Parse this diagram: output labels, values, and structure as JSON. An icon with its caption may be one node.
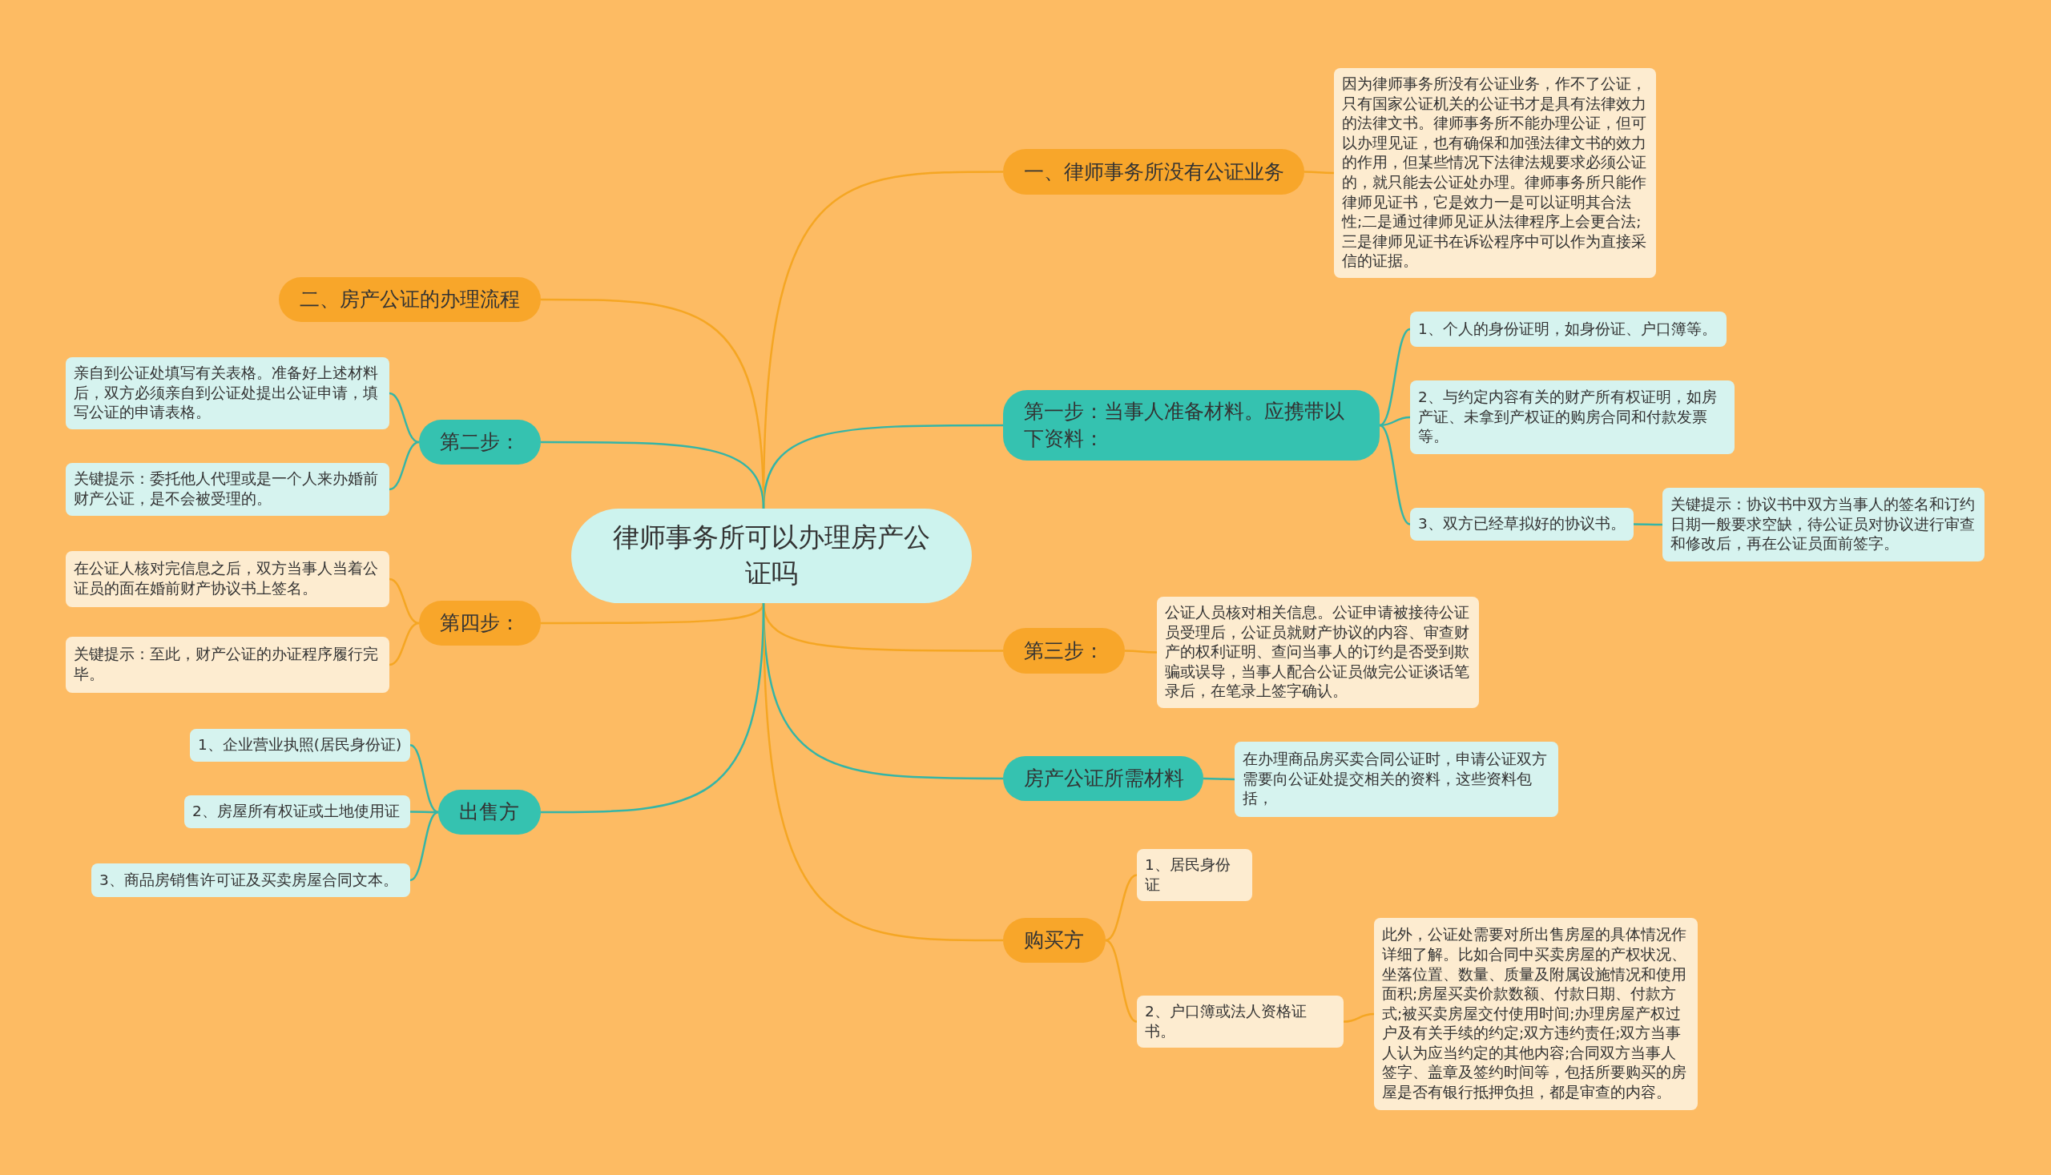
{
  "diagram": {
    "nodes": [
      {
        "text": [
          "律师事务所可以办理房产公证吗"
        ]
      },
      {
        "text": [
          "一、律师事务所没有公证业务"
        ]
      },
      {
        "text": [
          "因为律师事务所没有公证业务，作不了公证，只有国家公证机关的公证书才是具有法律效力的法律文书。律师事务所不能办理公证，但可以办理见证，也有确保和加强法律文书的效力的作用，但某些情况下法律法规要求必须公证的，就只能去公证处办理。律师事务所只能作律师见证书，它是效力一是可以证明其合法性;二是通过律师见证从法律程序上会更合法;三是律师见证书在诉讼程序中可以作为直接采信的证据。"
        ]
      },
      {
        "text": [
          "第一步：当事人准备材料。应携带以下资料："
        ]
      },
      {
        "text": [
          "1、个人的身份证明，如身份证、户口簿等。"
        ]
      },
      {
        "text": [
          "2、与约定内容有关的财产所有权证明，如房产证、未拿到产权证的购房合同和付款发票等。"
        ]
      },
      {
        "text": [
          "3、双方已经草拟好的协议书。"
        ]
      },
      {
        "text": [
          "关键提示：协议书中双方当事人的签名和订约日期一般要求空缺，待公证员对协议进行审查和修改后，再在公证员面前签字。"
        ]
      },
      {
        "text": [
          "第三步："
        ]
      },
      {
        "text": [
          "公证人员核对相关信息。公证申请被接待公证员受理后，公证员就财产协议的内容、审查财产的权利证明、查问当事人的订约是否受到欺骗或误导，当事人配合公证员做完公证谈话笔录后，在笔录上签字确认。"
        ]
      },
      {
        "text": [
          "房产公证所需材料"
        ]
      },
      {
        "text": [
          "在办理商品房买卖合同公证时，申请公证双方需要向公证处提交相关的资料，这些资料包括，"
        ]
      },
      {
        "text": [
          "购买方"
        ]
      },
      {
        "text": [
          "1、居民身份证"
        ]
      },
      {
        "text": [
          "2、户口簿或法人资格证书。"
        ]
      },
      {
        "text": [
          "此外，公证处需要对所出售房屋的具体情况作详细了解。比如合同中买卖房屋的产权状况、坐落位置、数量、质量及附属设施情况和使用面积;房屋买卖价款数额、付款日期、付款方式;被买卖房屋交付使用时间;办理房屋产权过户及有关手续的约定;双方违约责任;双方当事人认为应当约定的其他内容;合同双方当事人签字、盖章及签约时间等，包括所要购买的房屋是否有银行抵押负担，都是审查的内容。"
        ]
      },
      {
        "text": [
          "二、房产公证的办理流程"
        ]
      },
      {
        "text": [
          "第二步："
        ]
      },
      {
        "text": [
          "亲自到公证处填写有关表格。准备好上述材料后，双方必须亲自到公证处提出公证申请，填写公证的申请表格。"
        ]
      },
      {
        "text": [
          "关键提示：委托他人代理或是一个人来办婚前财产公证，是不会被受理的。"
        ]
      },
      {
        "text": [
          "第四步："
        ]
      },
      {
        "text": [
          "在公证人核对完信息之后，双方当事人当着公证员的面在婚前财产协议书上签名。"
        ]
      },
      {
        "text": [
          "关键提示：至此，财产公证的办证程序履行完毕。"
        ]
      },
      {
        "text": [
          "出售方"
        ]
      },
      {
        "text": [
          "1、企业营业执照(居民身份证)"
        ]
      },
      {
        "text": [
          "2、房屋所有权证或土地使用证"
        ]
      },
      {
        "text": [
          "3、商品房销售许可证及买卖房屋合同文本。"
        ]
      }
    ],
    "edges": [
      {
        "from": 0,
        "to": 1,
        "arrow": "none",
        "color": "#f5a623"
      },
      {
        "from": 1,
        "to": 2,
        "arrow": "none",
        "color": "#f5a623"
      },
      {
        "from": 0,
        "to": 3,
        "arrow": "none"
      },
      {
        "from": 3,
        "to": 4,
        "arrow": "none"
      },
      {
        "from": 3,
        "to": 5,
        "arrow": "none"
      },
      {
        "from": 3,
        "to": 6,
        "arrow": "none"
      },
      {
        "from": 6,
        "to": 7,
        "arrow": "none"
      },
      {
        "from": 0,
        "to": 8,
        "arrow": "none",
        "color": "#f5a623"
      },
      {
        "from": 8,
        "to": 9,
        "arrow": "none",
        "color": "#f5a623"
      },
      {
        "from": 0,
        "to": 10,
        "arrow": "none"
      },
      {
        "from": 10,
        "to": 11,
        "arrow": "none"
      },
      {
        "from": 0,
        "to": 12,
        "arrow": "none",
        "color": "#f5a623"
      },
      {
        "from": 12,
        "to": 13,
        "arrow": "none",
        "color": "#f5a623"
      },
      {
        "from": 12,
        "to": 14,
        "arrow": "none",
        "color": "#f5a623"
      },
      {
        "from": 14,
        "to": 15,
        "arrow": "none",
        "color": "#f5a623"
      },
      {
        "from": 0,
        "to": 16,
        "arrow": "none",
        "color": "#f5a623"
      },
      {
        "from": 0,
        "to": 17,
        "arrow": "none"
      },
      {
        "from": 17,
        "to": 18,
        "arrow": "none"
      },
      {
        "from": 17,
        "to": 19,
        "arrow": "none"
      },
      {
        "from": 0,
        "to": 20,
        "arrow": "none",
        "color": "#f5a623"
      },
      {
        "from": 20,
        "to": 21,
        "arrow": "none",
        "color": "#f5a623"
      },
      {
        "from": 20,
        "to": 22,
        "arrow": "none",
        "color": "#f5a623"
      },
      {
        "from": 0,
        "to": 23,
        "arrow": "none"
      },
      {
        "from": 23,
        "to": 24,
        "arrow": "none"
      },
      {
        "from": 23,
        "to": 25,
        "arrow": "none"
      },
      {
        "from": 23,
        "to": 26,
        "arrow": "none"
      }
    ]
  }
}
